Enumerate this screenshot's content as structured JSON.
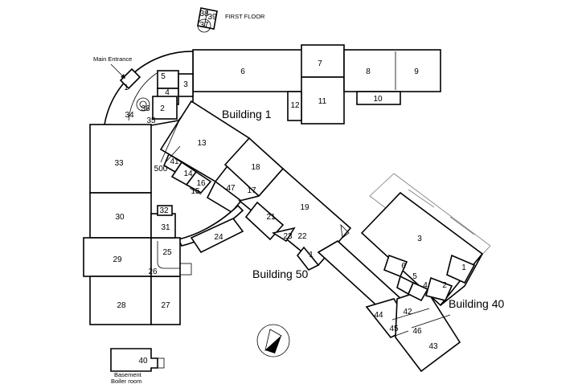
{
  "labels": {
    "first_floor": "FIRST FLOOR",
    "main_entrance": "Main Entrance",
    "building_1": "Building 1",
    "building_50": "Building 50",
    "building_40": "Building 40",
    "basement_line1": "Basement",
    "basement_line2": "Boiler room"
  },
  "rooms": {
    "r1a": "1",
    "r2a": "2",
    "r3a": "3",
    "r4a": "4",
    "r5a": "5",
    "r6": "6",
    "r7": "7",
    "r8": "8",
    "r9": "9",
    "r10": "10",
    "r11": "11",
    "r12": "12",
    "r13": "13",
    "r14": "14",
    "r15": "15",
    "r16": "16",
    "r17": "17",
    "r18": "18",
    "r19": "19",
    "r21": "21",
    "r22": "22",
    "r23": "23",
    "r24": "24",
    "r25": "25",
    "r26": "26",
    "r27": "27",
    "r28": "28",
    "r29": "29",
    "r30": "30",
    "r31": "31",
    "r32": "32",
    "r33": "33",
    "r34": "34",
    "r35": "35",
    "r36": "36",
    "r37": "37",
    "r38": "38",
    "r39": "39",
    "r40": "40",
    "r41": "41",
    "r42": "42",
    "r43": "43",
    "r44": "44",
    "r45": "45",
    "r46": "46",
    "r47": "47",
    "r500": "500",
    "b50_1": "1",
    "b40_1": "1",
    "b40_2": "2",
    "b40_3": "3",
    "b40_4": "4",
    "b40_5": "5",
    "b40_6": "6"
  }
}
